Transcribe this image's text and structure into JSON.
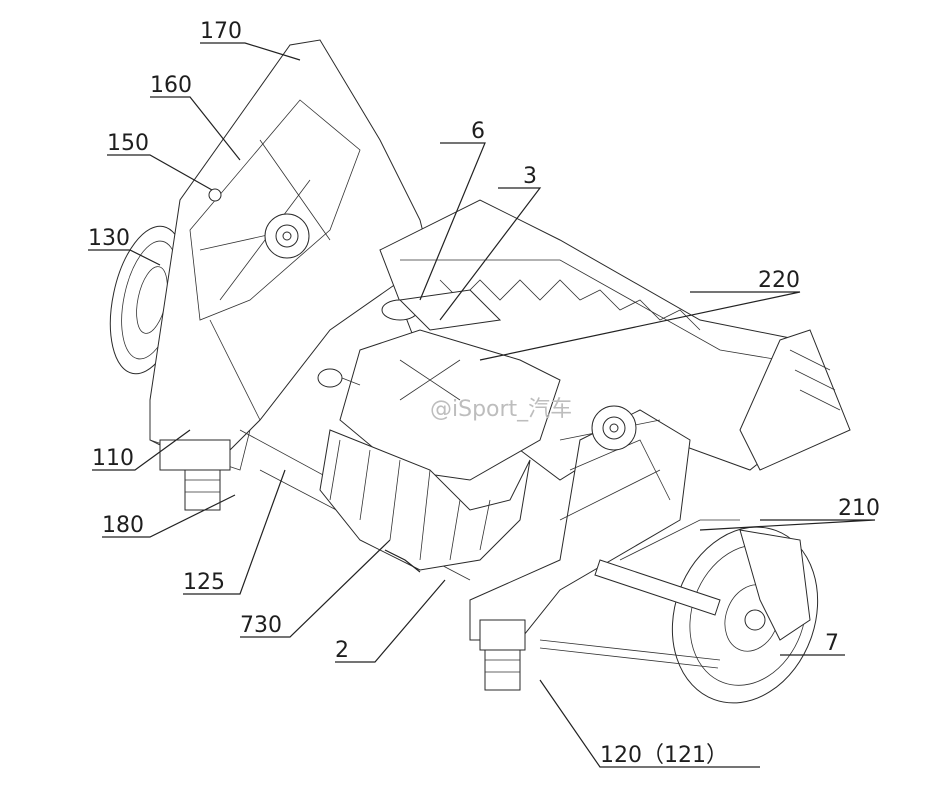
{
  "labels": {
    "l170": "170",
    "l160": "160",
    "l150": "150",
    "l130": "130",
    "l6": "6",
    "l3": "3",
    "l220": "220",
    "l110": "110",
    "l180": "180",
    "l125": "125",
    "l730": "730",
    "l2": "2",
    "l210": "210",
    "l7": "7",
    "l120": "120（121）"
  },
  "watermark": "@iSport_汽车"
}
